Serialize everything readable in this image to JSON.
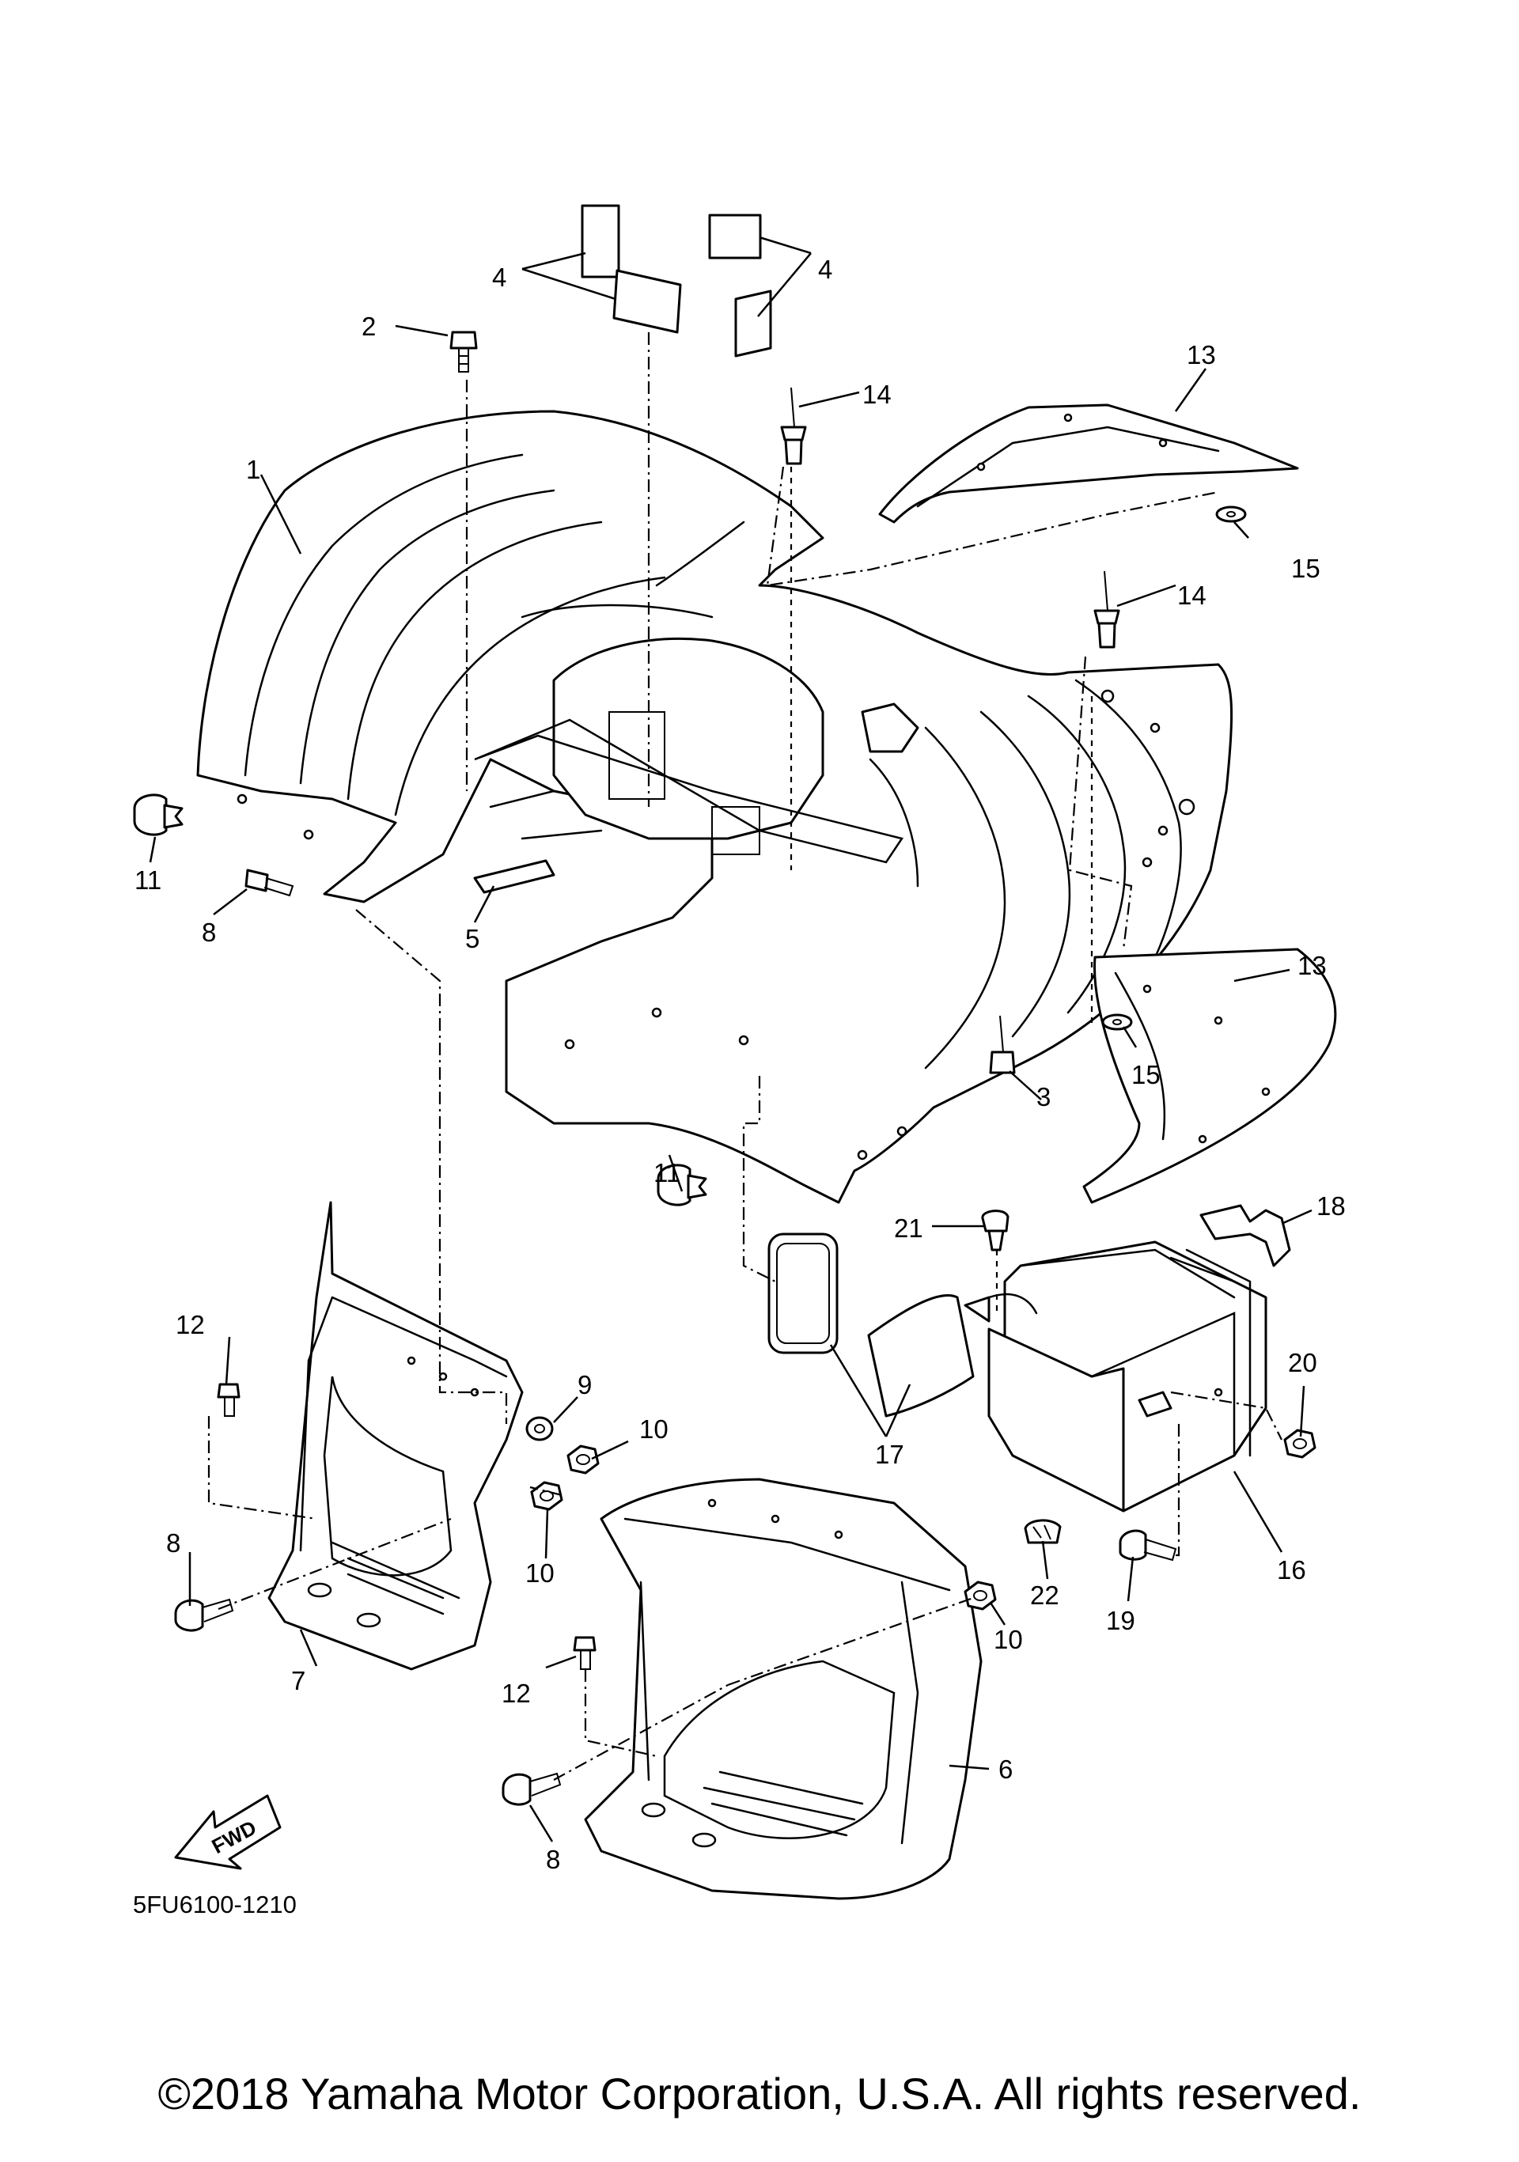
{
  "diagram_code": "5FU6100-1210",
  "fwd_label": "FWD",
  "copyright": "©2018 Yamaha Motor Corporation, U.S.A. All rights reserved.",
  "callouts": {
    "c1": "1",
    "c2": "2",
    "c3": "3",
    "c4a": "4",
    "c4b": "4",
    "c5": "5",
    "c6": "6",
    "c7": "7",
    "c8a": "8",
    "c8b": "8",
    "c8c": "8",
    "c9": "9",
    "c10a": "10",
    "c10b": "10",
    "c10c": "10",
    "c11a": "11",
    "c11b": "11",
    "c12a": "12",
    "c12b": "12",
    "c13a": "13",
    "c13b": "13",
    "c14a": "14",
    "c14b": "14",
    "c15a": "15",
    "c15b": "15",
    "c16": "16",
    "c17": "17",
    "c18": "18",
    "c19": "19",
    "c20": "20",
    "c21": "21",
    "c22": "22"
  }
}
